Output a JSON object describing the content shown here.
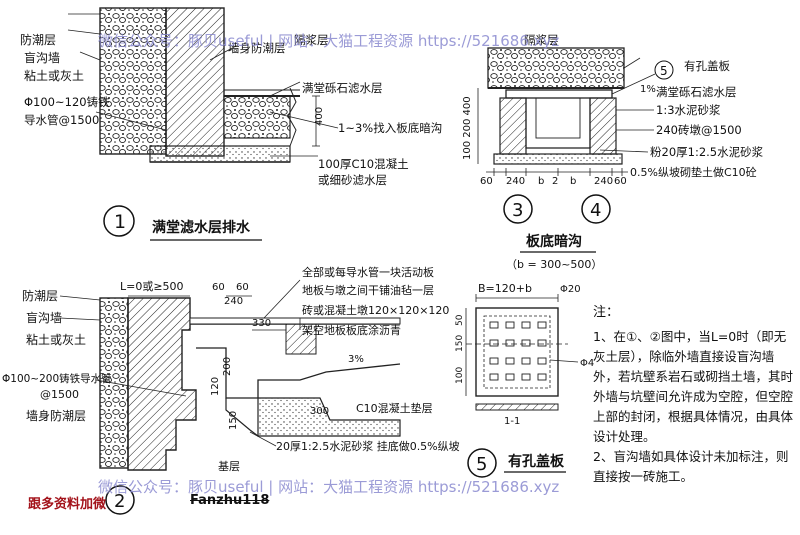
{
  "watermark": {
    "top": "微信公众号：豚贝useful | 网站：大猫工程资源 https://521686.xyz",
    "bottom": "微信公众号：豚贝useful | 网站：大猫工程资源 https://521686.xyz"
  },
  "detail1": {
    "number": "1",
    "caption": "满堂滤水层排水",
    "labels": {
      "moisture": "防潮层",
      "blind_wall": "盲沟墙",
      "clay": "粘土或灰土",
      "pipe": "Φ100~120铸铁",
      "pipe2": "导水管@1500",
      "wall_moist": "墙身防潮层",
      "screed": "隔浆层",
      "gravel": "满堂砾石滤水层",
      "slope": "1~3%找入板底暗沟",
      "base1": "100厚C10混凝土",
      "base2": "或细砂滤水层",
      "dim_400": "400"
    }
  },
  "detail34": {
    "num3": "3",
    "num4": "4",
    "caption": "板底暗沟",
    "sub": "（b = 300~500）",
    "labels": {
      "screed": "隔浆层",
      "gravel": "满堂砾石滤水层",
      "mortar": "1:3水泥砂浆",
      "brick": "240砖墩@1500",
      "plaster": "粉20厚1:2.5水泥砂浆",
      "bed": "0.5%纵坡砌垫土做C10砼",
      "pct": "1%",
      "dims": [
        "60",
        "240",
        "b",
        "2",
        "b",
        "240",
        "60"
      ],
      "dimv": "100 200 400",
      "callout": "5",
      "callout_text": "有孔盖板"
    }
  },
  "detail2": {
    "number": "2",
    "labels": {
      "moisture": "防潮层",
      "blind_wall": "盲沟墙",
      "clay": "粘土或灰土",
      "pipe": "Φ100~200铸铁导水管",
      "pipe2": "@1500",
      "wall_moist": "墙身防潮层",
      "l0": "L=0或≥500",
      "note1": "全部或每导水管一块活动板",
      "note2": "地板与墩之间干铺油毡一层",
      "note3": "砖或混凝土墩120×120×120",
      "note4": "架空地板板底涂沥青",
      "slope": "3%",
      "pad": "C10混凝土垫层",
      "mortar": "20厚1:2.5水泥砂浆 挂底做0.5%纵坡",
      "base": "基层",
      "d60a": "60",
      "d60b": "60",
      "d240": "240",
      "d330": "330",
      "d200": "200",
      "d120": "120",
      "d150": "150",
      "d300": "300"
    }
  },
  "detail5": {
    "number": "5",
    "caption": "有孔盖板",
    "labels": {
      "width": "B=120+b",
      "bar": "Φ20",
      "phi4": "Φ4",
      "section": "1-1",
      "d100": "100",
      "d150": "150",
      "d50": "50"
    }
  },
  "notes": {
    "title": "注：",
    "items": [
      "1、在①、②图中，当L=0时（即无灰土层），除临外墙直接设盲沟墙外，若坑壁系岩石或砌挡土墙，其时外墙与坑壁间允许成为空腔，但空腔上部的封闭，根据具体情况，由具体设计处理。",
      "2、盲沟墙如具体设计未加标注，则直接按一砖施工。"
    ]
  },
  "footer": {
    "left": "跟多资料加微",
    "id": "Fanzhu118"
  }
}
